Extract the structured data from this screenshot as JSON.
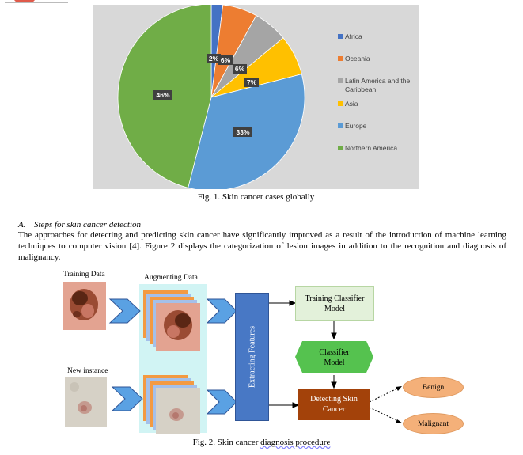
{
  "fig1": {
    "caption": "Fig. 1. Skin cancer cases globally"
  },
  "chart_data": {
    "type": "pie",
    "slices": [
      {
        "label": "Africa",
        "value": 2,
        "display": "2%",
        "color": "#4472c4"
      },
      {
        "label": "Oceania",
        "value": 6,
        "display": "6%",
        "color": "#ed7d31"
      },
      {
        "label": "Latin America and the Caribbean",
        "value": 6,
        "display": "6%",
        "color": "#a5a5a5"
      },
      {
        "label": "Asia",
        "value": 7,
        "display": "7%",
        "color": "#ffc000"
      },
      {
        "label": "Europe",
        "value": 33,
        "display": "33%",
        "color": "#5b9bd5"
      },
      {
        "label": "Northern America",
        "value": 46,
        "display": "46%",
        "color": "#70ad47"
      }
    ],
    "legend_position": "right",
    "label_box_color": "#404040"
  },
  "section": {
    "number": "A.",
    "title": "Steps for skin cancer detection",
    "body": "The approaches for detecting and predicting skin cancer have significantly improved as a result of the introduction of machine learning techniques to computer vision [4]. Figure 2 displays the categorization of lesion images in addition to the recognition and diagnosis of malignancy."
  },
  "fig2": {
    "training_data_label": "Training Data",
    "augmenting_data_label": "Augmenting Data",
    "new_instance_label": "New instance",
    "extracting_features_label": "Extracting Features",
    "training_classifier_label": "Training Classifier Model",
    "classifier_model_label": "Classifier Model",
    "detecting_label": "Detecting Skin Cancer",
    "benign_label": "Benign",
    "malignant_label": "Malignant",
    "caption_prefix": "Fig. 2. Skin cancer ",
    "caption_squiggle": "diagnosis procedure",
    "colors": {
      "arrow_fill": "#5aa1e3",
      "arrow_stroke": "#2f5597",
      "extract_box": "#4878c5",
      "hexagon": "#55c24f",
      "detect_box": "#a3420a",
      "oval": "#f4b079"
    }
  }
}
